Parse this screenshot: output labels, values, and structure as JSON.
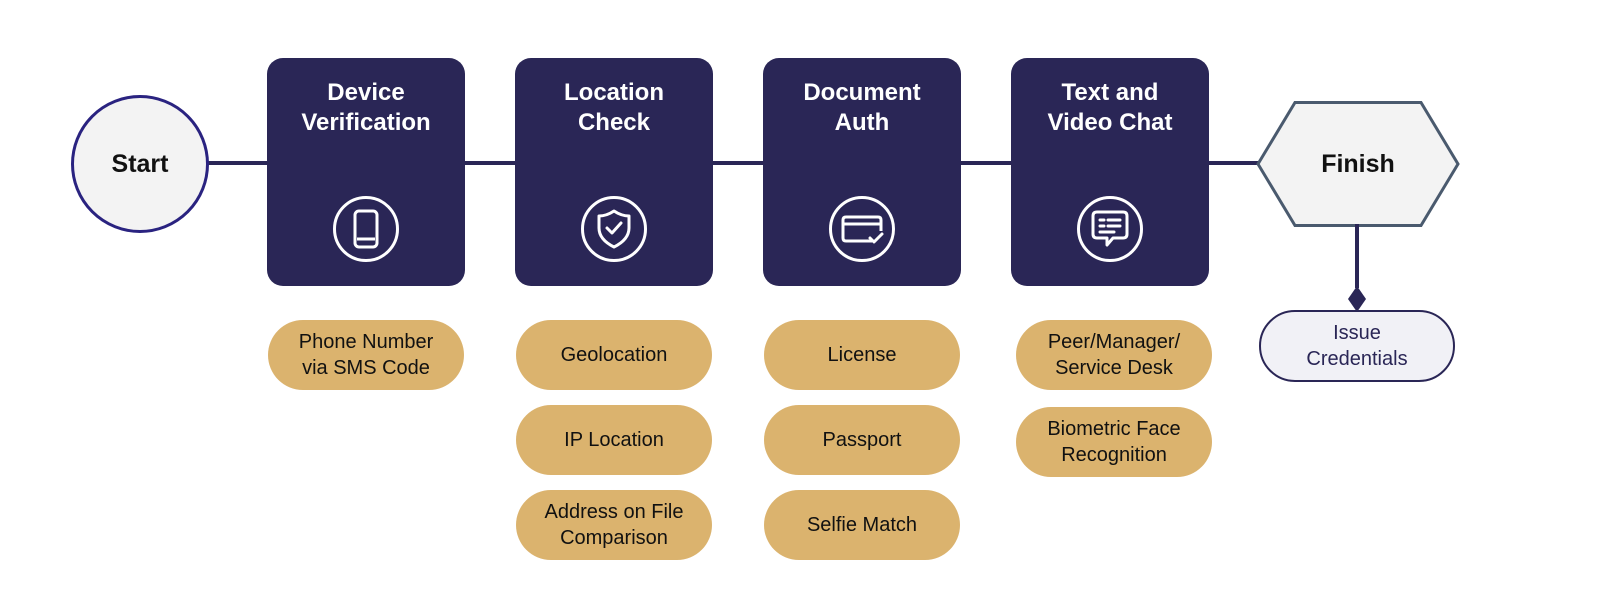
{
  "start": {
    "label": "Start"
  },
  "finish": {
    "label": "Finish"
  },
  "steps": [
    {
      "title_lines": [
        "Device",
        "Verification"
      ],
      "icon": "phone-icon",
      "options": [
        {
          "lines": [
            "Phone Number",
            "via SMS Code"
          ]
        }
      ]
    },
    {
      "title_lines": [
        "Location",
        "Check"
      ],
      "icon": "shield-check-icon",
      "options": [
        {
          "lines": [
            "Geolocation"
          ]
        },
        {
          "lines": [
            "IP Location"
          ]
        },
        {
          "lines": [
            "Address on File",
            "Comparison"
          ]
        }
      ]
    },
    {
      "title_lines": [
        "Document",
        "Auth"
      ],
      "icon": "card-check-icon",
      "options": [
        {
          "lines": [
            "License"
          ]
        },
        {
          "lines": [
            "Passport"
          ]
        },
        {
          "lines": [
            "Selfie Match"
          ]
        }
      ]
    },
    {
      "title_lines": [
        "Text and",
        "Video Chat"
      ],
      "icon": "chat-icon",
      "options": [
        {
          "lines": [
            "Peer/Manager/",
            "Service Desk"
          ]
        },
        {
          "lines": [
            "Biometric Face",
            "Recognition"
          ]
        }
      ]
    }
  ],
  "issue_credentials": {
    "lines": [
      "Issue",
      "Credentials"
    ]
  },
  "colors": {
    "navy": "#2a2656",
    "gold": "#dbb36e",
    "start_border": "#2a2380",
    "finish_border": "#4a5a6e"
  }
}
